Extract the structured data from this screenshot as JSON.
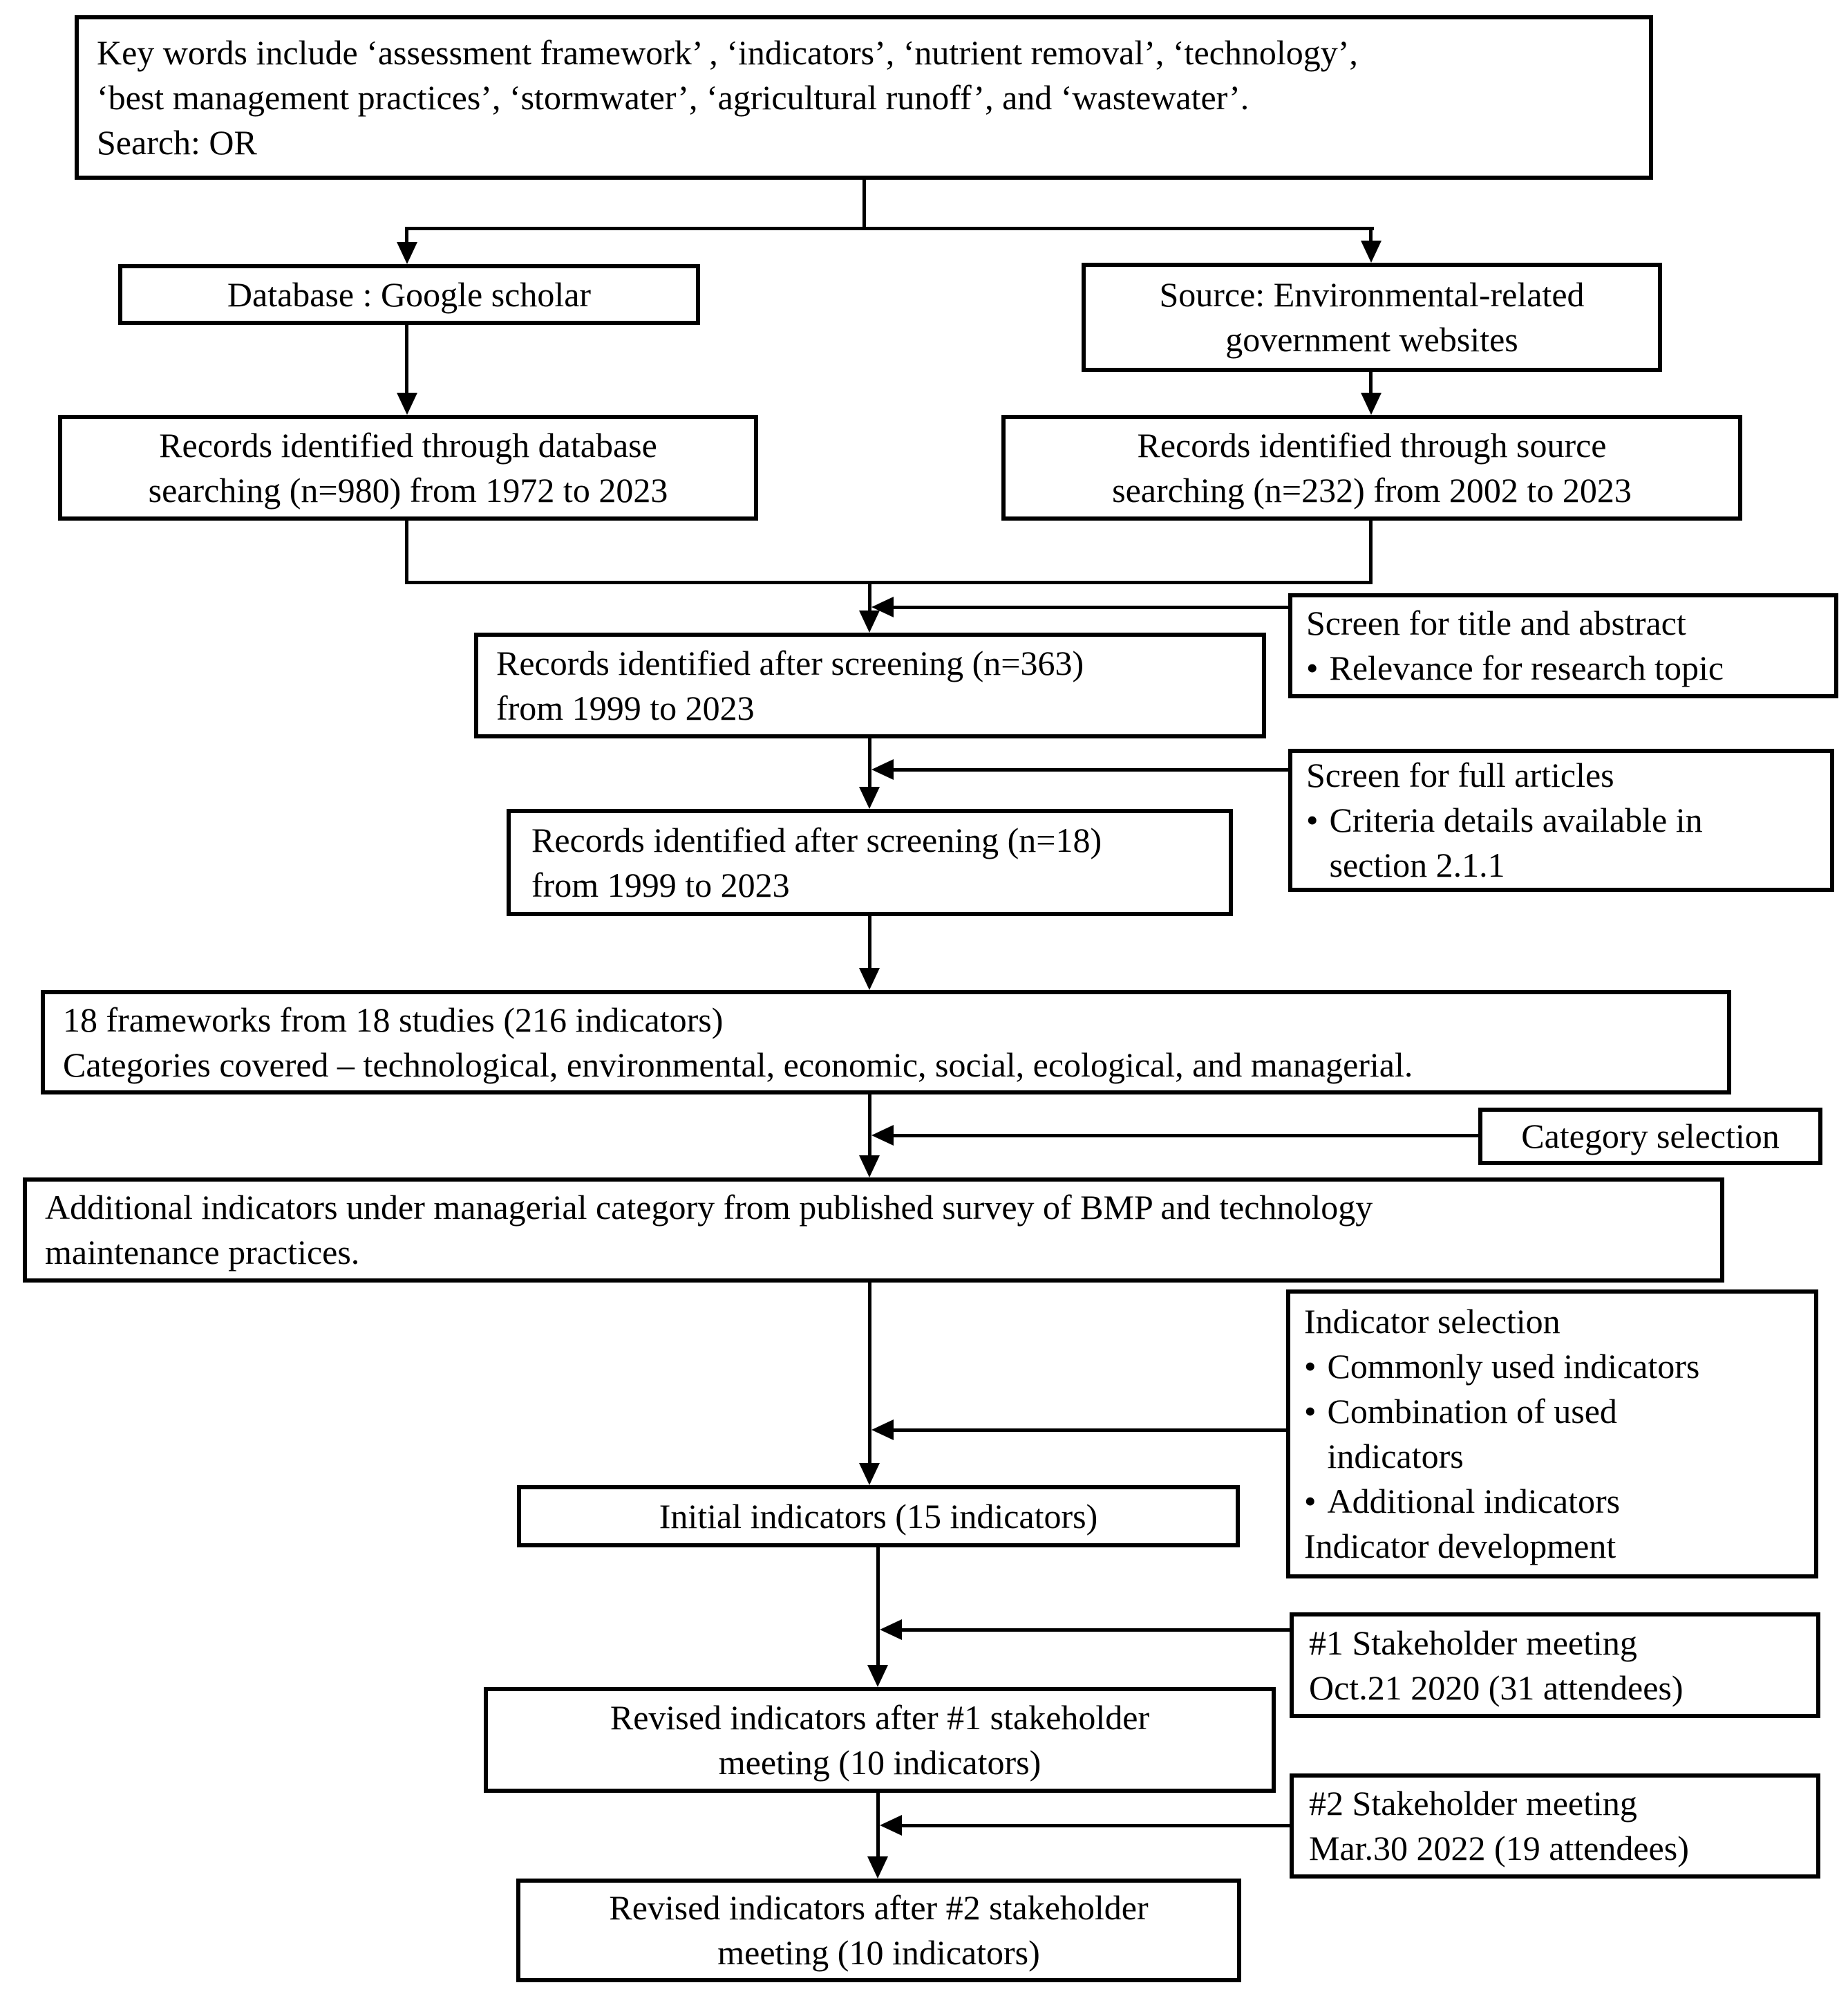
{
  "figure": {
    "type": "flowchart",
    "colors": {
      "line": "#000000",
      "background": "#ffffff",
      "text": "#000000"
    },
    "glyphs": {
      "bullet": "•"
    },
    "boxes": {
      "keywords": {
        "text": "Key words include ‘assessment framework’ , ‘indicators’, ‘nutrient removal’, ‘technology’,\n‘best management practices’, ‘stormwater’, ‘agricultural runoff’, and ‘wastewater’.\nSearch: OR"
      },
      "database": {
        "text": "Database : Google scholar"
      },
      "source": {
        "text": "Source: Environmental-related\ngovernment websites"
      },
      "records_database": {
        "text": "Records identified through database\nsearching (n=980) from 1972 to 2023"
      },
      "records_source": {
        "text": "Records identified through source\nsearching (n=232) from 2002 to 2023"
      },
      "screened_363": {
        "text": "Records identified after screening (n=363)\nfrom 1999 to 2023"
      },
      "screen_title_abstract": {
        "title": "Screen for title and abstract",
        "bullets": [
          "Relevance for research topic"
        ]
      },
      "screened_18": {
        "text": "Records identified after screening (n=18)\nfrom 1999 to 2023"
      },
      "screen_full_articles": {
        "title": "Screen for full articles",
        "bullets": [
          "Criteria details available in\nsection 2.1.1"
        ]
      },
      "frameworks": {
        "text": "18 frameworks from 18 studies (216 indicators)\nCategories covered – technological, environmental, economic, social, ecological, and managerial."
      },
      "category_selection": {
        "text": "Category selection"
      },
      "additional_indicators": {
        "text": "Additional indicators under managerial category from published survey of BMP and technology\nmaintenance practices."
      },
      "indicator_selection": {
        "title": "Indicator selection",
        "bullets": [
          "Commonly used indicators",
          "Combination of used\nindicators",
          "Additional indicators"
        ],
        "footer": "Indicator development"
      },
      "initial_indicators": {
        "text": "Initial indicators (15 indicators)"
      },
      "meeting_1": {
        "text": "#1 Stakeholder meeting\nOct.21 2020 (31 attendees)"
      },
      "revised_1": {
        "text": "Revised indicators after #1 stakeholder\nmeeting (10 indicators)"
      },
      "meeting_2": {
        "text": "#2 Stakeholder meeting\nMar.30 2022 (19 attendees)"
      },
      "revised_2": {
        "text": "Revised indicators after #2 stakeholder\nmeeting (10 indicators)"
      }
    },
    "edges": [
      {
        "from": "keywords",
        "to": "database"
      },
      {
        "from": "keywords",
        "to": "source"
      },
      {
        "from": "database",
        "to": "records_database"
      },
      {
        "from": "source",
        "to": "records_source"
      },
      {
        "from": "records_database",
        "to": "screened_363"
      },
      {
        "from": "records_source",
        "to": "screened_363"
      },
      {
        "from": "screen_title_abstract",
        "to": "screened_363"
      },
      {
        "from": "screened_363",
        "to": "screened_18"
      },
      {
        "from": "screen_full_articles",
        "to": "screened_18"
      },
      {
        "from": "screened_18",
        "to": "frameworks"
      },
      {
        "from": "frameworks",
        "to": "additional_indicators"
      },
      {
        "from": "category_selection",
        "to": "additional_indicators"
      },
      {
        "from": "additional_indicators",
        "to": "initial_indicators"
      },
      {
        "from": "indicator_selection",
        "to": "initial_indicators"
      },
      {
        "from": "initial_indicators",
        "to": "revised_1"
      },
      {
        "from": "meeting_1",
        "to": "revised_1"
      },
      {
        "from": "revised_1",
        "to": "revised_2"
      },
      {
        "from": "meeting_2",
        "to": "revised_2"
      }
    ]
  }
}
